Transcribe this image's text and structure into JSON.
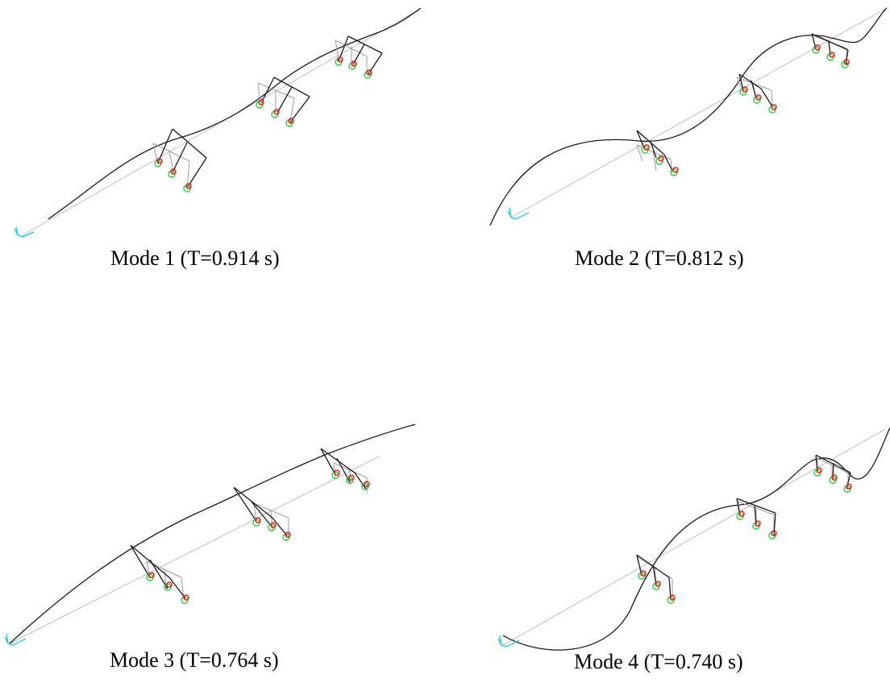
{
  "panels": [
    {
      "caption": "Mode 1 (T=0.914 s)"
    },
    {
      "caption": "Mode 2 (T=0.812 s)"
    },
    {
      "caption": "Mode 3 (T=0.764 s)"
    },
    {
      "caption": "Mode 4 (T=0.740 s)"
    }
  ],
  "colors": {
    "undeformed": "#bdbdbd",
    "deformed": "#1a1a1a",
    "bearing_green": "#2ecc40",
    "bearing_red": "#e31a1c",
    "axis_marker": "#34c6e8"
  }
}
